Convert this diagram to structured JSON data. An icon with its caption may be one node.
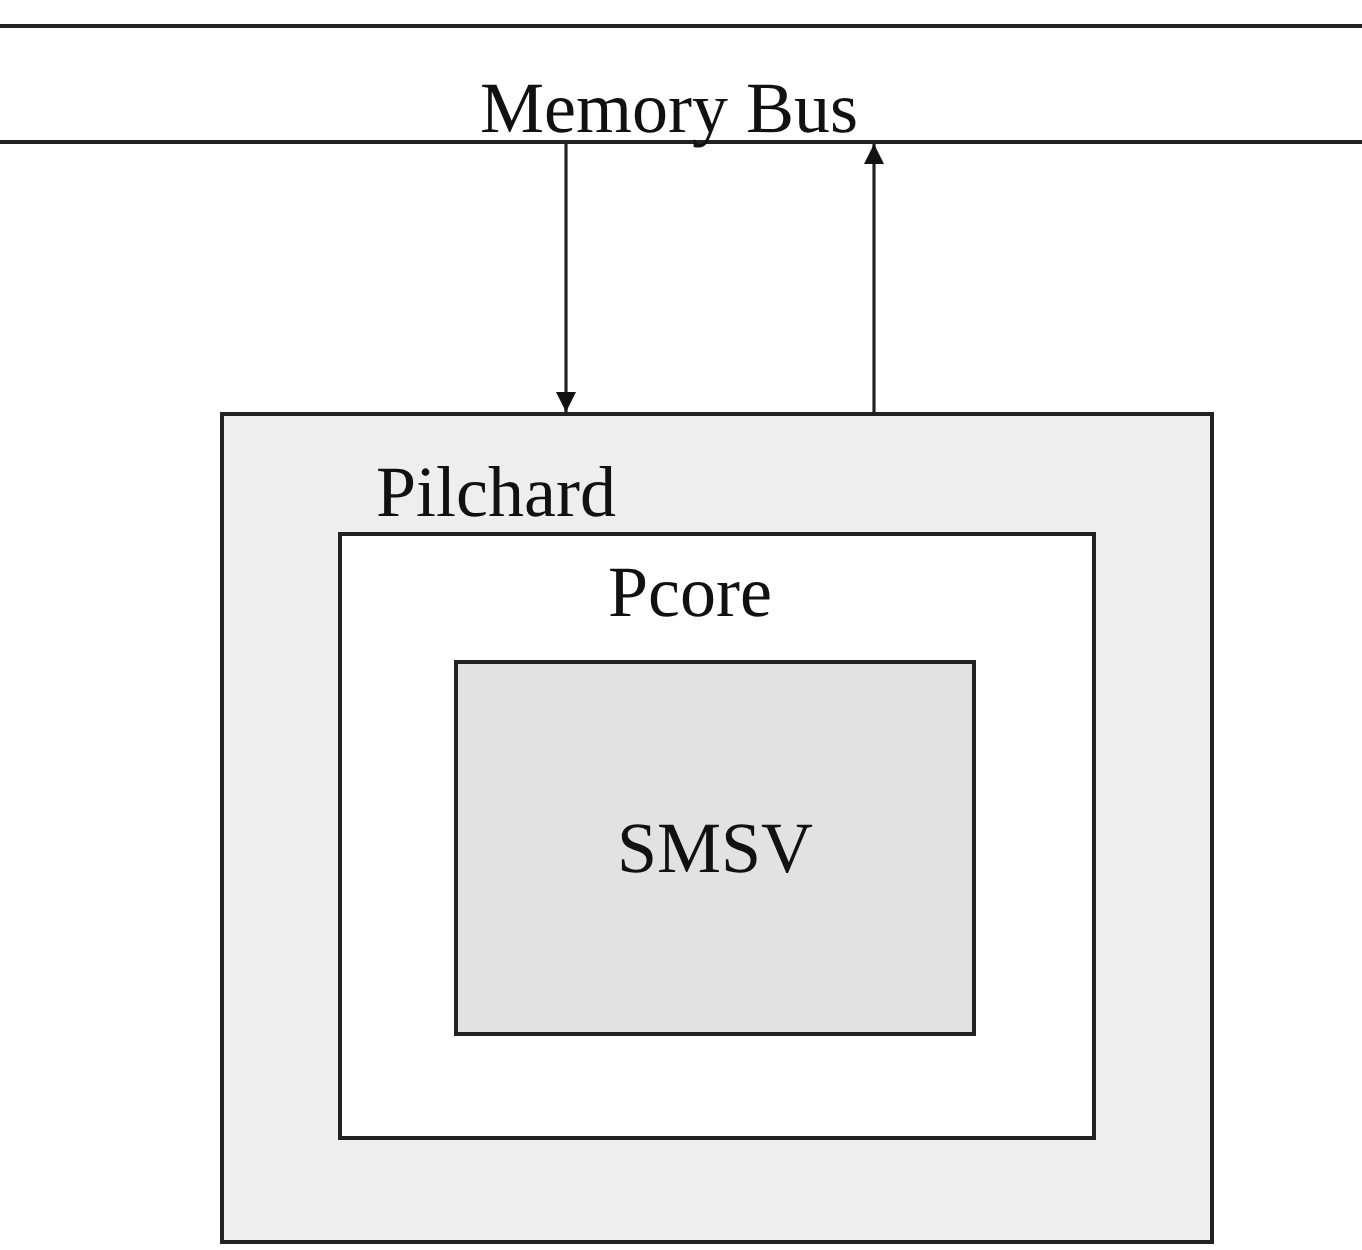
{
  "diagram": {
    "nodes": [
      {
        "text": [
          "Memory Bus"
        ]
      },
      {
        "text": [
          "Pilchard"
        ]
      },
      {
        "text": [
          "Pcore"
        ],
        "in": 1
      },
      {
        "text": [
          "SMSV"
        ],
        "in": 2
      }
    ],
    "edges": [
      {
        "from": 0,
        "to": 1,
        "arrow": "to"
      },
      {
        "from": 1,
        "to": 0,
        "arrow": "to"
      }
    ]
  }
}
